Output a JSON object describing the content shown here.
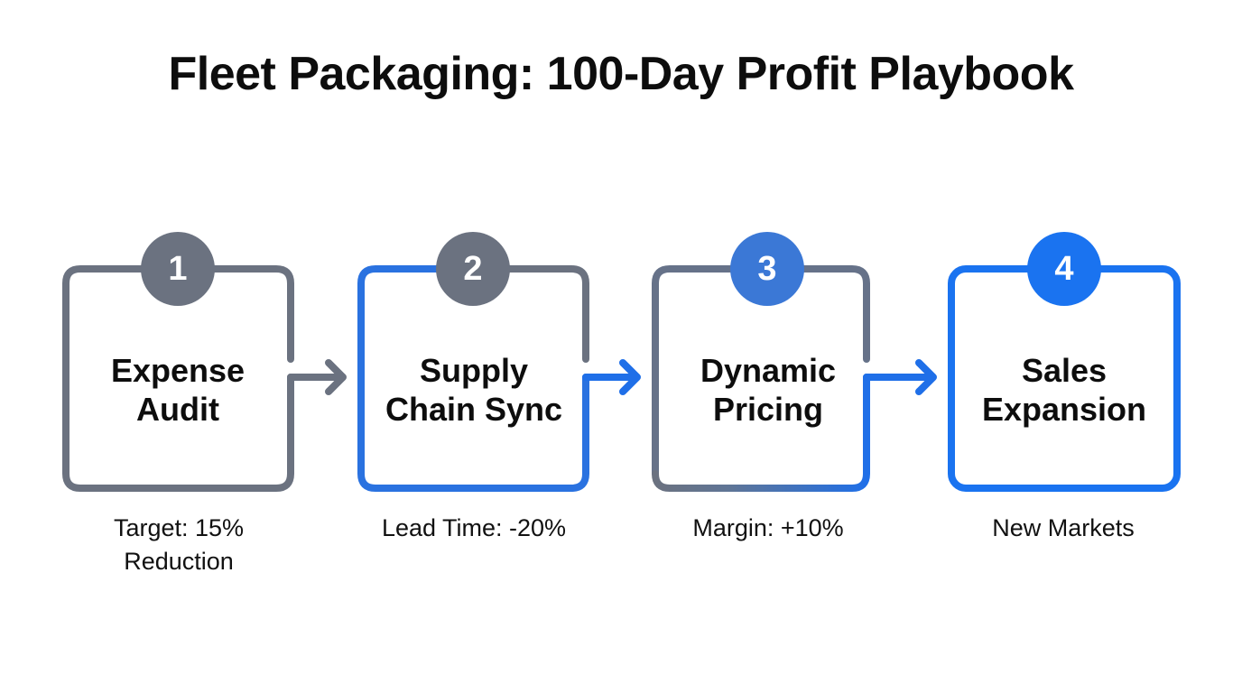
{
  "title": "Fleet Packaging: 100-Day Profit Playbook",
  "colors": {
    "gray": "#6b7280",
    "mid_blue": "#3b78d6",
    "blue": "#1f6fe8",
    "bright_blue": "#1a73f0",
    "text": "#0d0d0d",
    "background": "#ffffff"
  },
  "steps": [
    {
      "number": "1",
      "line1": "Expense",
      "line2": "Audit",
      "caption_line1": "Target: 15%",
      "caption_line2": "Reduction",
      "circle_color": "#6b7280"
    },
    {
      "number": "2",
      "line1": "Supply",
      "line2": "Chain Sync",
      "caption_line1": "Lead Time: -20%",
      "caption_line2": "",
      "circle_color": "#6b7280"
    },
    {
      "number": "3",
      "line1": "Dynamic",
      "line2": "Pricing",
      "caption_line1": "Margin: +10%",
      "caption_line2": "",
      "circle_color": "#3b78d6"
    },
    {
      "number": "4",
      "line1": "Sales",
      "line2": "Expansion",
      "caption_line1": "New Markets",
      "caption_line2": "",
      "circle_color": "#1a73f0"
    }
  ],
  "arrows": [
    {
      "from": "1",
      "to": "2",
      "icon": "arrow-right-icon",
      "color": "#6b7280"
    },
    {
      "from": "2",
      "to": "3",
      "icon": "arrow-right-icon",
      "color": "#1f6fe8"
    },
    {
      "from": "3",
      "to": "4",
      "icon": "arrow-right-icon",
      "color": "#1f6fe8"
    }
  ]
}
